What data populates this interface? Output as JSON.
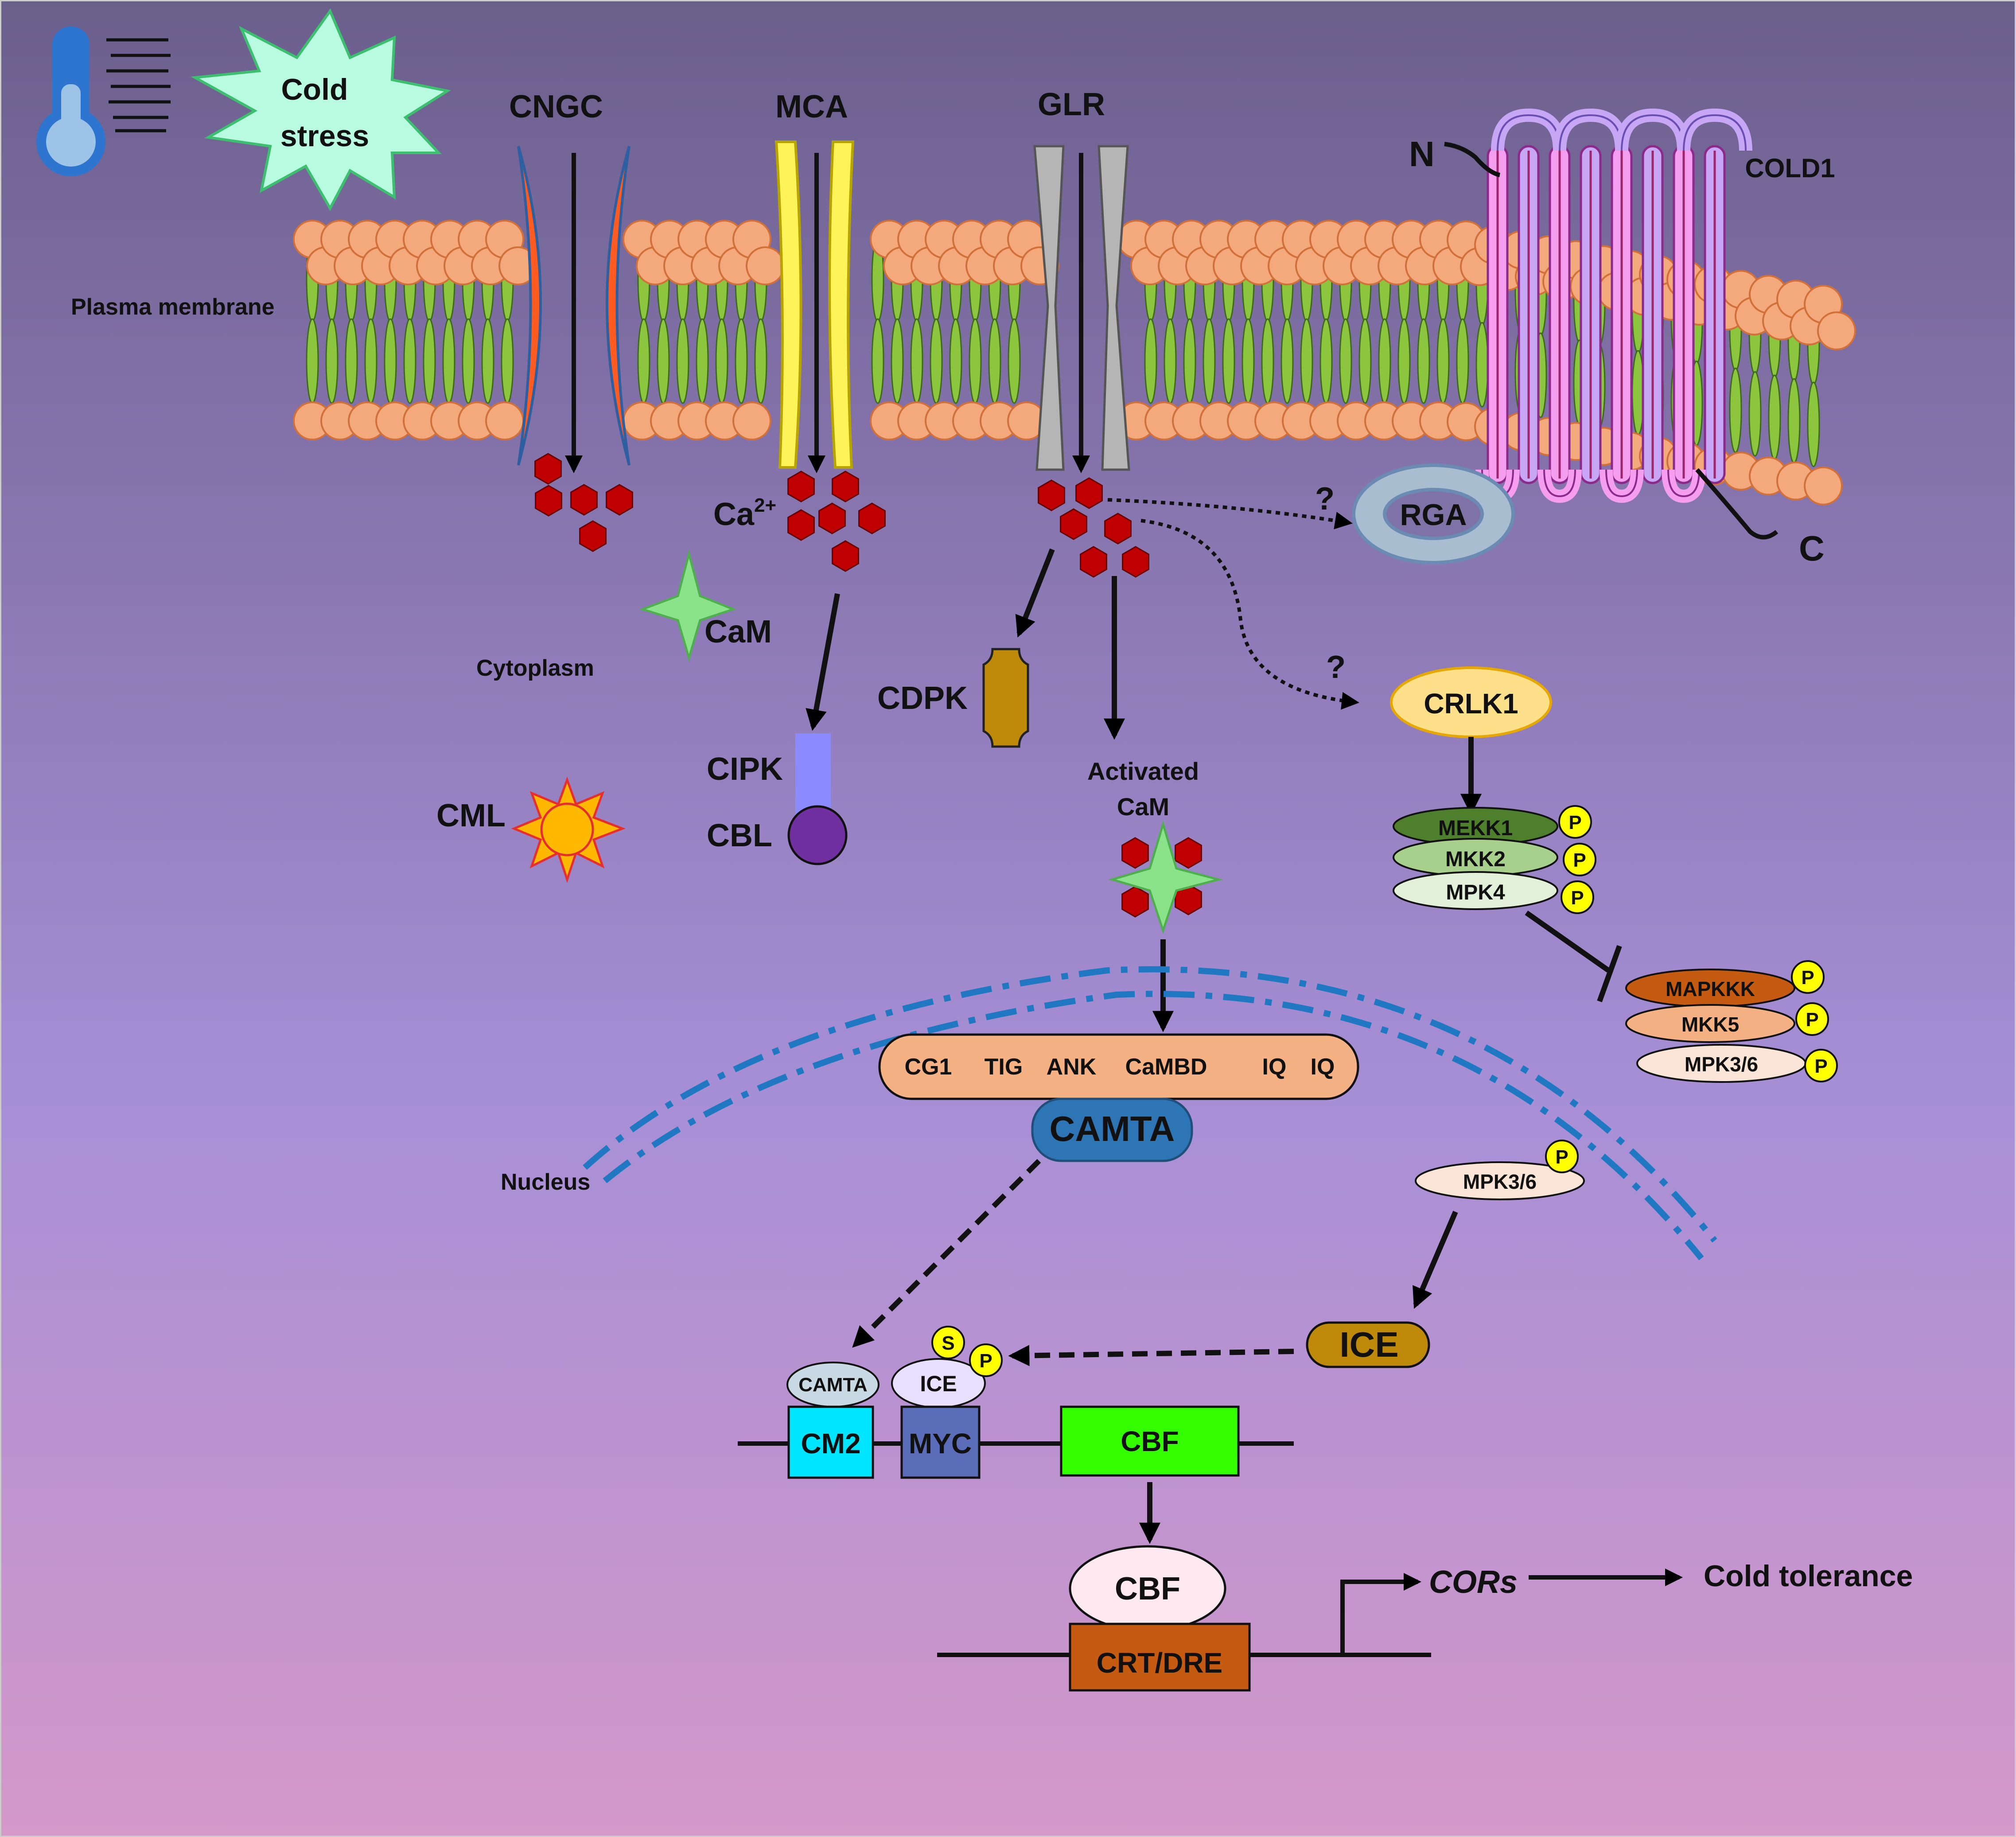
{
  "labels": {
    "cold_stress_line1": "Cold",
    "cold_stress_line2": "stress",
    "cngc": "CNGC",
    "mca": "MCA",
    "glr": "GLR",
    "cold1": "COLD1",
    "n_term": "N",
    "c_term": "C",
    "plasma_membrane": "Plasma membrane",
    "rga": "RGA",
    "question1": "?",
    "question2": "?",
    "ca_main": "Ca",
    "ca_sup": "2+",
    "cam": "CaM",
    "cytoplasm": "Cytoplasm",
    "cdpk": "CDPK",
    "crlk1": "CRLK1",
    "activated_line1": "Activated",
    "activated_line2": "CaM",
    "cipk": "CIPK",
    "cbl": "CBL",
    "cml": "CML",
    "mekk1": "MEKK1",
    "mkk2": "MKK2",
    "mpk4": "MPK4",
    "mapkkk": "MAPKKK",
    "mkk5": "MKK5",
    "mpk36_top": "MPK3/6",
    "mpk36_nuc": "MPK3/6",
    "p": "P",
    "s": "S",
    "camta_domains": [
      "CG1",
      "TIG",
      "ANK",
      "CaMBD",
      "IQ",
      "IQ"
    ],
    "camta_main": "CAMTA",
    "nucleus": "Nucleus",
    "ice_box": "ICE",
    "camta_small": "CAMTA",
    "ice_small": "ICE",
    "cm2": "CM2",
    "myc": "MYC",
    "cbf_gene": "CBF",
    "cbf_protein": "CBF",
    "crt_dre": "CRT/DRE",
    "cors": "CORs",
    "cold_tolerance": "Cold tolerance"
  },
  "colors": {
    "bg_top": "#6b5f8c",
    "bg_bottom": "#d498c9",
    "lipid_head": "#f4a97c",
    "lipid_tail": "#8cc63f",
    "cngc": "#ff5a1f",
    "mca": "#fff35a",
    "glr": "#b5b5b5",
    "cold1_pink": "#f59ef0",
    "cold1_lilac": "#c6a6f5",
    "ca_ion": "#c00000",
    "cam_star": "#8ae38a",
    "rga": "#a9bdd0",
    "cdpk": "#bf8a0a",
    "crlk1": "#ffe08a",
    "cipk": "#8b8bff",
    "cbl": "#7030a0",
    "cml": "#ffb800",
    "mekk1": "#4e7f2c",
    "mkk2": "#a8d08d",
    "mpk4": "#e2efd9",
    "mapkkk": "#c55a11",
    "mkk5": "#f4b183",
    "mpk36": "#fbe5d6",
    "phospho": "#ffff00",
    "camta_bar": "#f4b183",
    "camta": "#2e75b6",
    "nucleus_line": "#1f78c1",
    "ice": "#bf8a0a",
    "ice_small": "#e7e0ff",
    "cm2": "#00e5ff",
    "myc": "#5b6cb8",
    "cbf_gene": "#33ff00",
    "cbf_protein": "#fde9ef",
    "crt": "#c55a11"
  }
}
